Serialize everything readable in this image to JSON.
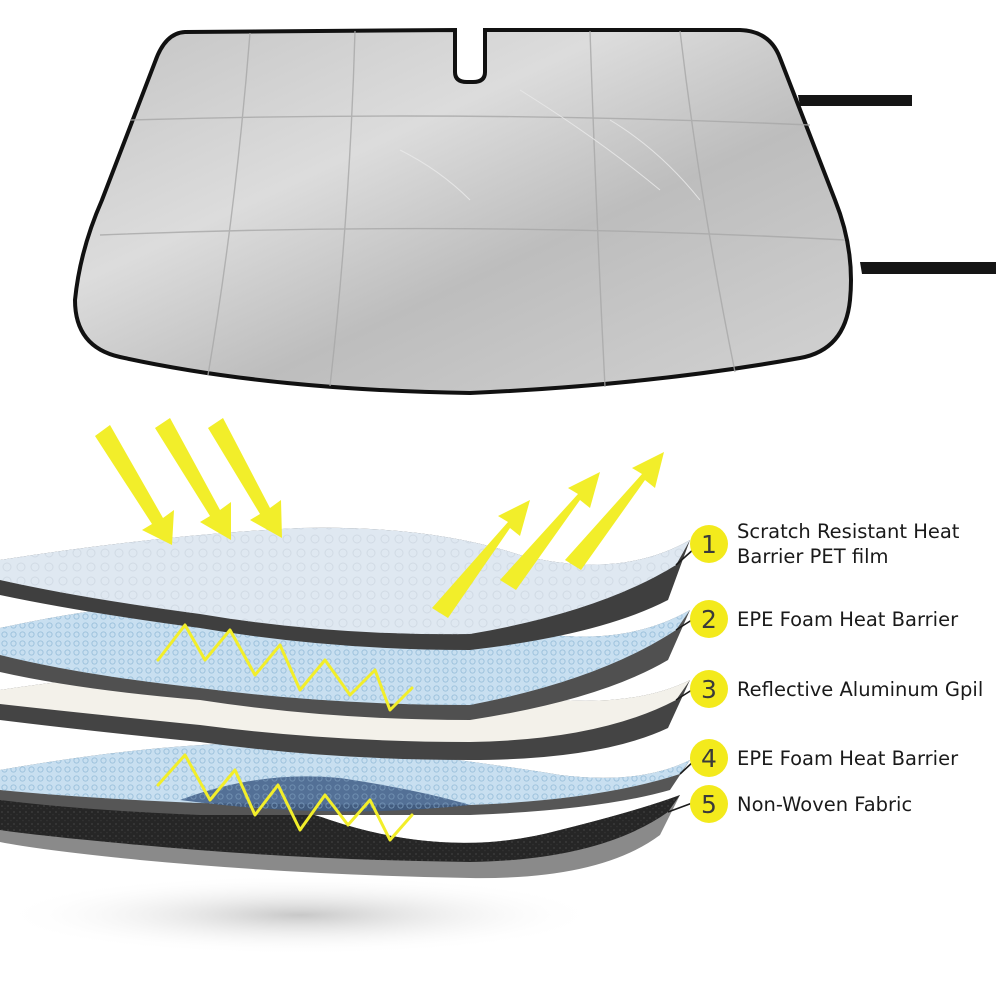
{
  "product": {
    "name": "windshield-sun-shade",
    "colors": {
      "shade_silver": "#c9c9c9",
      "binding_black": "#1a1a1a",
      "arrow_yellow": "#f2ee2a",
      "badge_yellow": "#f3ea1c"
    }
  },
  "layers": {
    "items": [
      {
        "number": "1",
        "label": "Scratch Resistant Heat Barrier PET film"
      },
      {
        "number": "2",
        "label": "EPE Foam Heat Barrier"
      },
      {
        "number": "3",
        "label": "Reflective Aluminum Gpil"
      },
      {
        "number": "4",
        "label": "EPE Foam Heat Barrier"
      },
      {
        "number": "5",
        "label": "Non-Woven Fabric"
      }
    ]
  }
}
